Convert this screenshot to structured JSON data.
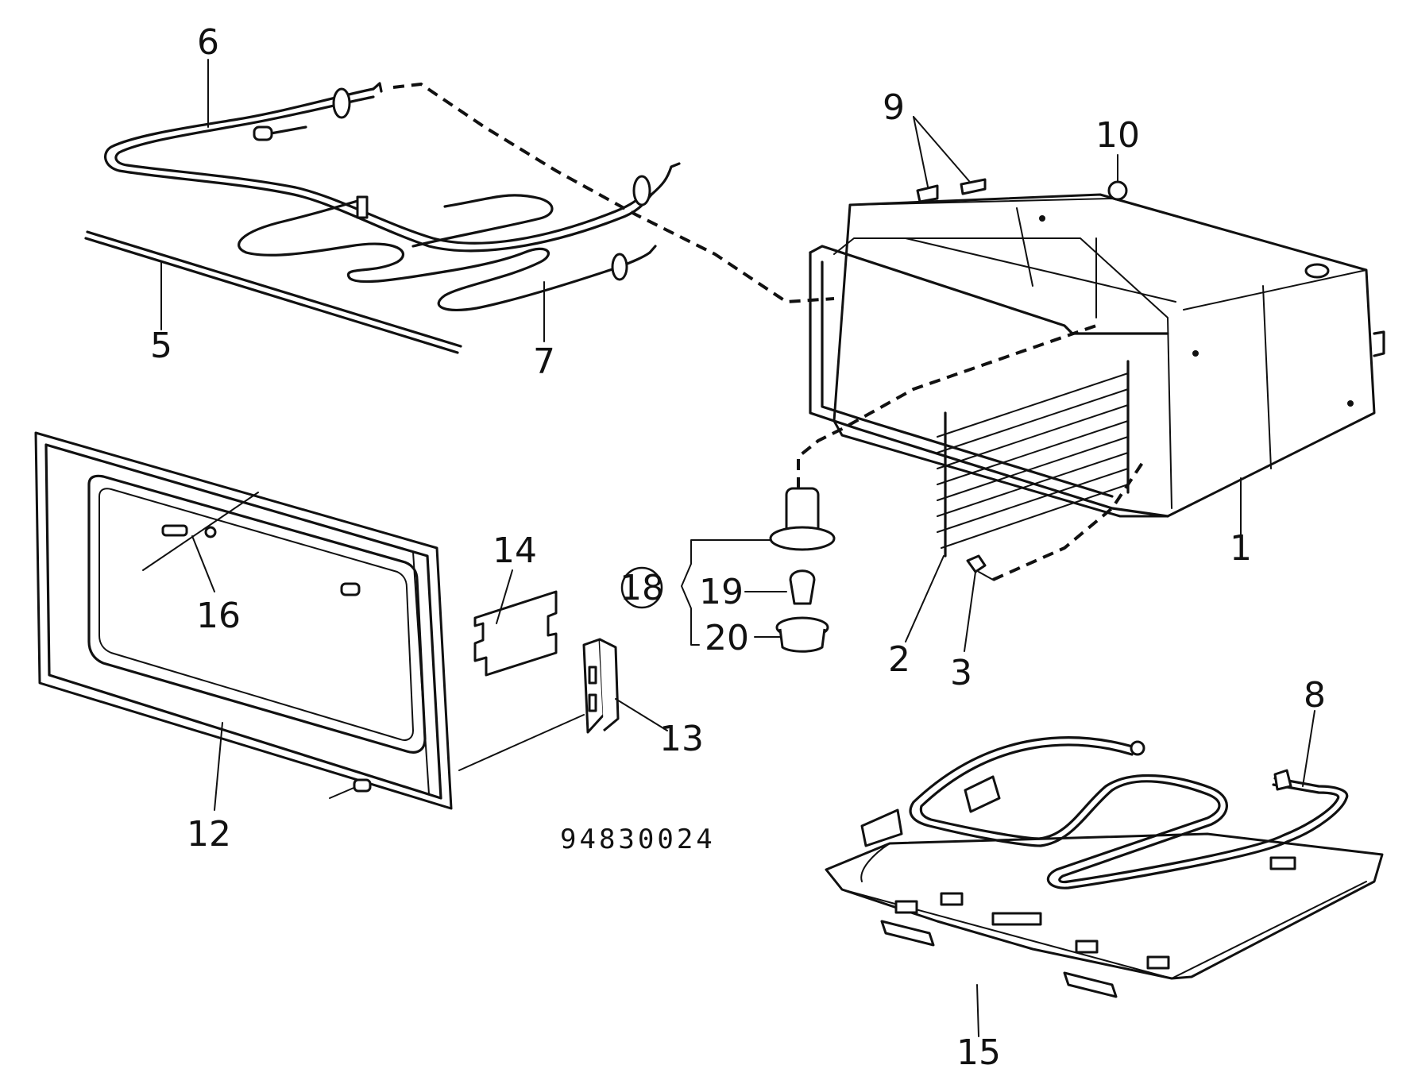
{
  "callouts": {
    "n1": "1",
    "n2": "2",
    "n3": "3",
    "n5": "5",
    "n6": "6",
    "n7": "7",
    "n8": "8",
    "n9": "9",
    "n10": "10",
    "n12": "12",
    "n13": "13",
    "n14": "14",
    "n15": "15",
    "n16": "16",
    "n18": "18",
    "n19": "19",
    "n20": "20"
  },
  "drawing_number": "94830024"
}
